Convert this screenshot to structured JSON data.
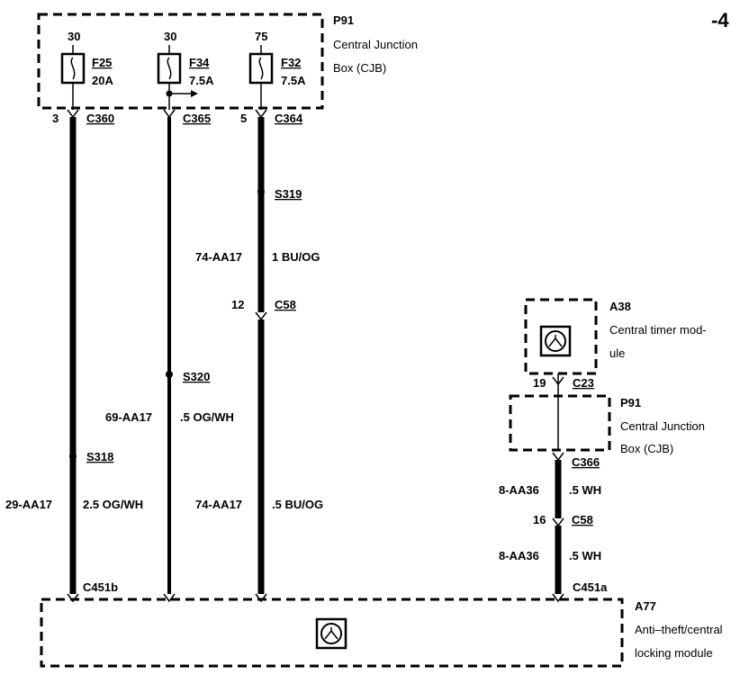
{
  "page_number": "-4",
  "cjb_top": {
    "id": "P91",
    "name_line1": "Central Junction",
    "name_line2": "Box (CJB)"
  },
  "fuses": [
    {
      "feed": "30",
      "name": "F25",
      "rating": "20A",
      "pin": "3",
      "connector": "C360"
    },
    {
      "feed": "30",
      "name": "F34",
      "rating": "7.5A",
      "pin": "",
      "connector": "C365"
    },
    {
      "feed": "75",
      "name": "F32",
      "rating": "7.5A",
      "pin": "5",
      "connector": "C364"
    }
  ],
  "splices": {
    "s319": "S319",
    "s320": "S320",
    "s318": "S318"
  },
  "wires": {
    "w1": {
      "circuit": "29-AA17",
      "size_color": "2.5 OG/WH"
    },
    "w2": {
      "circuit": "69-AA17",
      "size_color": ".5 OG/WH"
    },
    "w3_upper": {
      "circuit": "74-AA17",
      "size_color": "1 BU/OG"
    },
    "w3_lower": {
      "circuit": "74-AA17",
      "size_color": ".5 BU/OG"
    },
    "w4_upper": {
      "circuit": "8-AA36",
      "size_color": ".5 WH"
    },
    "w4_lower": {
      "circuit": "8-AA36",
      "size_color": ".5 WH"
    }
  },
  "connectors": {
    "c58_left": {
      "pin": "12",
      "name": "C58"
    },
    "c23": {
      "pin": "19",
      "name": "C23"
    },
    "c366": {
      "name": "C366"
    },
    "c58_right": {
      "pin": "16",
      "name": "C58"
    },
    "c451b": {
      "name": "C451b"
    },
    "c451a": {
      "name": "C451a"
    }
  },
  "timer_module": {
    "id": "A38",
    "name_line1": "Central timer mod-",
    "name_line2": "ule"
  },
  "cjb_right": {
    "id": "P91",
    "name_line1": "Central Junction",
    "name_line2": "Box (CJB)"
  },
  "locking_module": {
    "id": "A77",
    "name_line1": "Anti–theft/central",
    "name_line2": "locking module"
  }
}
